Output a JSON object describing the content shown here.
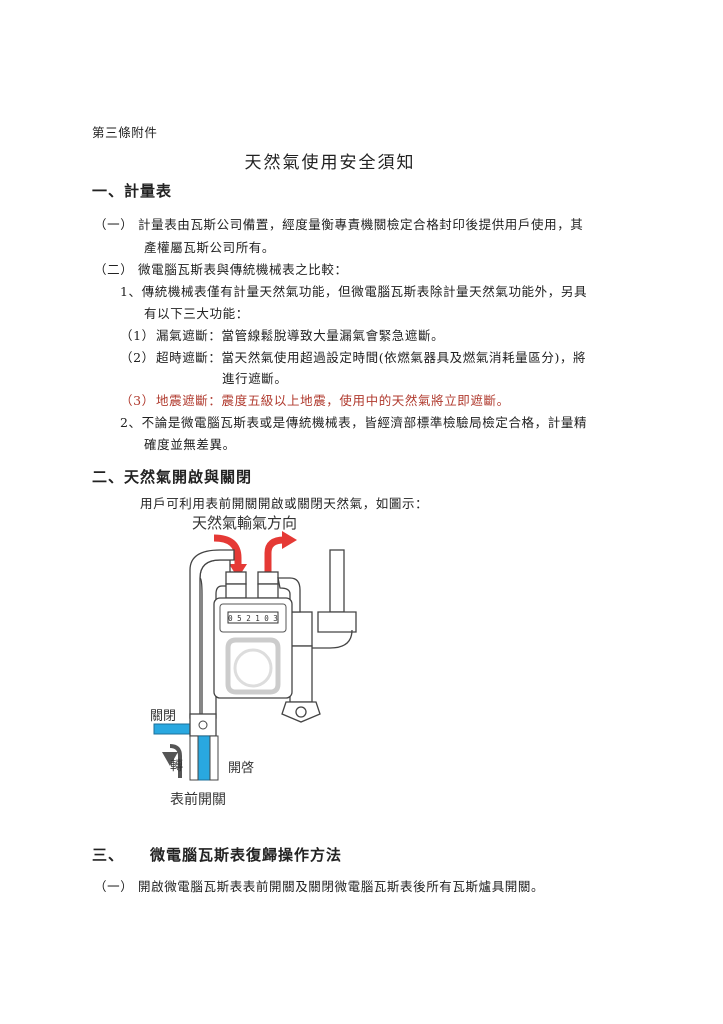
{
  "annex_label": "第三條附件",
  "doc_title": "天然氣使用安全須知",
  "sec1": {
    "heading": "一、計量表",
    "item1_num": "（一）",
    "item1_line1": "計量表由瓦斯公司備置，經度量衡專責機關檢定合格封印後提供用戶使用，其",
    "item1_line2": "產權屬瓦斯公司所有。",
    "item2_num": "（二）",
    "item2_text": "微電腦瓦斯表與傳統機械表之比較：",
    "sub1_line1": "1、傳統機械表僅有計量天然氣功能，但微電腦瓦斯表除計量天然氣功能外，另具",
    "sub1_line2": "有以下三大功能：",
    "f1_num": "（1）",
    "f1_text": "漏氣遮斷：當管線鬆脫導致大量漏氣會緊急遮斷。",
    "f2_num": "（2）",
    "f2_line1": "超時遮斷：當天然氣使用超過設定時間(依燃氣器具及燃氣消耗量區分)，將",
    "f2_line2": "進行遮斷。",
    "f3_num": "（3）",
    "f3_text": "地震遮斷：震度五級以上地震，使用中的天然氣將立即遮斷。",
    "sub2_line1": "2、不論是微電腦瓦斯表或是傳統機械表，皆經濟部標準檢驗局檢定合格，計量精",
    "sub2_line2": "確度並無差異。"
  },
  "sec2": {
    "heading": "二、天然氣開啟與關閉",
    "intro": "用戶可利用表前開關開啟或關閉天然氣，如圖示：",
    "diagram": {
      "flow_label": "天然氣輸氣方向",
      "close_label": "關閉",
      "turn_label": "轉",
      "open_label": "開啓",
      "valve_label": "表前開關",
      "meter_reading": "0 5 2 1 0 3"
    }
  },
  "sec3": {
    "num": "三、",
    "heading": "微電腦瓦斯表復歸操作方法",
    "item1_num": "（一）",
    "item1_text": "開啟微電腦瓦斯表表前開關及關閉微電腦瓦斯表後所有瓦斯爐具開關。"
  },
  "colors": {
    "arrow_red": "#e53935",
    "valve_blue": "#29a8e0",
    "text": "#222222",
    "accent_red": "#b03a2e"
  }
}
